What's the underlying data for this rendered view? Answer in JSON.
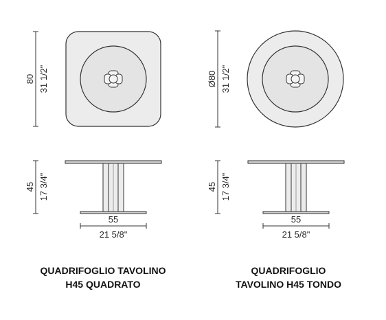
{
  "colors": {
    "line": "#333333",
    "fill": "#ececec",
    "background": "#ffffff"
  },
  "square_table": {
    "plan_dim_cm": "80",
    "plan_dim_in": "31 1/2\"",
    "height_cm": "45",
    "height_in": "17 3/4\"",
    "base_cm": "55",
    "base_in": "21 5/8\"",
    "caption_line1": "QUADRIFOGLIO TAVOLINO",
    "caption_line2": "H45 QUADRATO"
  },
  "round_table": {
    "plan_dim_cm": "Ø80",
    "plan_dim_in": "31 1/2\"",
    "height_cm": "45",
    "height_in": "17 3/4\"",
    "base_cm": "55",
    "base_in": "21 5/8\"",
    "caption_line1": "QUADRIFOGLIO",
    "caption_line2": "TAVOLINO H45 TONDO"
  }
}
